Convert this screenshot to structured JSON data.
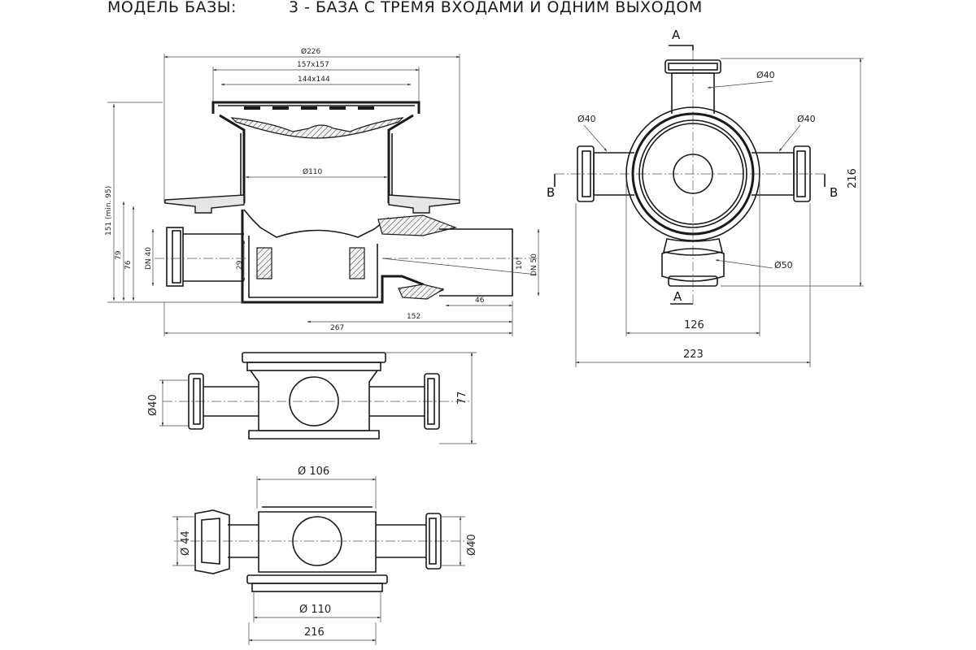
{
  "header": {
    "model_label": "МОДЕЛЬ БАЗЫ:",
    "model_desc": "3 - БАЗА С ТРЕМЯ ВХОДАМИ И ОДНИМ ВЫХОДОМ"
  },
  "section_view": {
    "dia_226": "Ø226",
    "size_157": "157x157",
    "size_144": "144x144",
    "dia_110": "Ø110",
    "h_151": "151 (min. 95)",
    "h_79": "79",
    "h_76": "76",
    "dn40": "DN 40",
    "dim_29": "29",
    "angle": "10°",
    "dn50": "DN 50",
    "dim_46": "46",
    "dim_152": "152",
    "dim_267": "267"
  },
  "top_view": {
    "sec_a_top": "A",
    "sec_a_bottom": "A",
    "sec_b_left": "B",
    "sec_b_right": "B",
    "dia_top": "Ø40",
    "dia_left": "Ø40",
    "dia_right": "Ø40",
    "dia_outlet": "Ø50",
    "h_216": "216",
    "w_126": "126",
    "w_223": "223"
  },
  "side_view_1": {
    "dia_40": "Ø40",
    "h_77": "77"
  },
  "side_view_2": {
    "dia_106": "Ø 106",
    "dia_44": "Ø 44",
    "dia_40": "Ø40",
    "dia_110": "Ø 110",
    "w_216": "216"
  }
}
